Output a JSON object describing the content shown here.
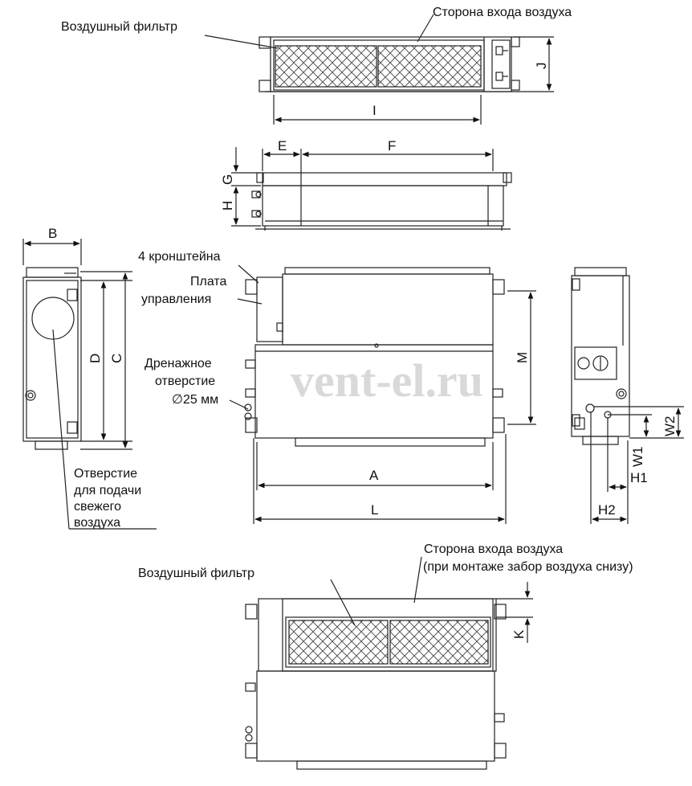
{
  "labels": {
    "filter_top": "Воздушный фильтр",
    "air_inlet_top": "Сторона входа воздуха",
    "brackets": "4 кронштейна",
    "control_board_1": "Плата",
    "control_board_2": "управления",
    "drain_1": "Дренажное",
    "drain_2": "отверстие",
    "drain_3": "∅25 мм",
    "fresh_air_1": "Отверстие",
    "fresh_air_2": "для подачи",
    "fresh_air_3": "свежего",
    "fresh_air_4": "воздуха",
    "air_inlet_bottom_1": "Сторона входа воздуха",
    "air_inlet_bottom_2": "(при монтаже забор воздуха снизу)",
    "filter_bottom": "Воздушный фильтр"
  },
  "dimensions": {
    "I": "I",
    "J": "J",
    "E": "E",
    "F": "F",
    "G": "G",
    "H": "H",
    "B": "B",
    "C": "C",
    "D": "D",
    "M": "M",
    "A": "A",
    "L": "L",
    "W1": "W1",
    "W2": "W2",
    "H1": "H1",
    "H2": "H2",
    "K": "K"
  },
  "watermark": "vent-el.ru",
  "colors": {
    "line": "#222222",
    "watermark": "#d9d9d9",
    "background": "#ffffff"
  }
}
